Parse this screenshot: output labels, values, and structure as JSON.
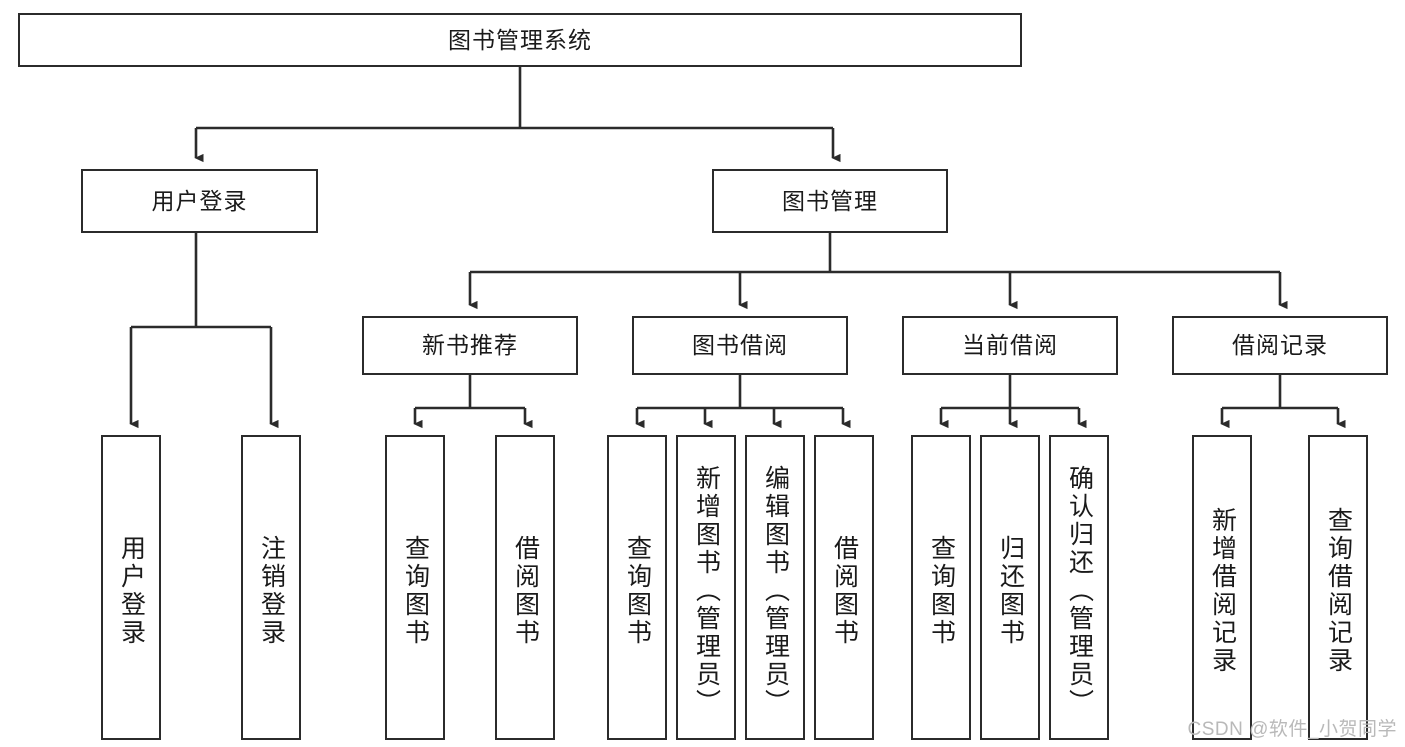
{
  "diagram": {
    "title": "图书管理系统",
    "root": {
      "id": "root",
      "label": "图书管理系统"
    },
    "level1": [
      {
        "id": "user-login",
        "label": "用户登录"
      },
      {
        "id": "book-manage",
        "label": "图书管理"
      }
    ],
    "level2": [
      {
        "id": "new-book-recommend",
        "label": "新书推荐"
      },
      {
        "id": "book-borrow",
        "label": "图书借阅"
      },
      {
        "id": "current-borrow",
        "label": "当前借阅"
      },
      {
        "id": "borrow-record",
        "label": "借阅记录"
      }
    ],
    "leaves": {
      "user_login": [
        {
          "id": "leaf-user-login",
          "label": "用户登录"
        },
        {
          "id": "leaf-logout",
          "label": "注销登录"
        }
      ],
      "new_book_recommend": [
        {
          "id": "leaf-query-book-1",
          "label": "查询图书"
        },
        {
          "id": "leaf-borrow-book-1",
          "label": "借阅图书"
        }
      ],
      "book_borrow": [
        {
          "id": "leaf-query-book-2",
          "label": "查询图书"
        },
        {
          "id": "leaf-add-book",
          "label": "新增图书（管理员）"
        },
        {
          "id": "leaf-edit-book",
          "label": "编辑图书（管理员）"
        },
        {
          "id": "leaf-borrow-book-2",
          "label": "借阅图书"
        }
      ],
      "current_borrow": [
        {
          "id": "leaf-query-book-3",
          "label": "查询图书"
        },
        {
          "id": "leaf-return-book",
          "label": "归还图书"
        },
        {
          "id": "leaf-confirm-return",
          "label": "确认归还（管理员）"
        }
      ],
      "borrow_record": [
        {
          "id": "leaf-add-record",
          "label": "新增借阅记录"
        },
        {
          "id": "leaf-query-record",
          "label": "查询借阅记录"
        }
      ]
    },
    "colors": {
      "stroke": "#2b2b2b",
      "fill": "#ffffff",
      "text": "#1a1a1a",
      "watermark": "#b9b9b9"
    }
  },
  "watermark": {
    "text": "CSDN @软件_小贺同学"
  }
}
